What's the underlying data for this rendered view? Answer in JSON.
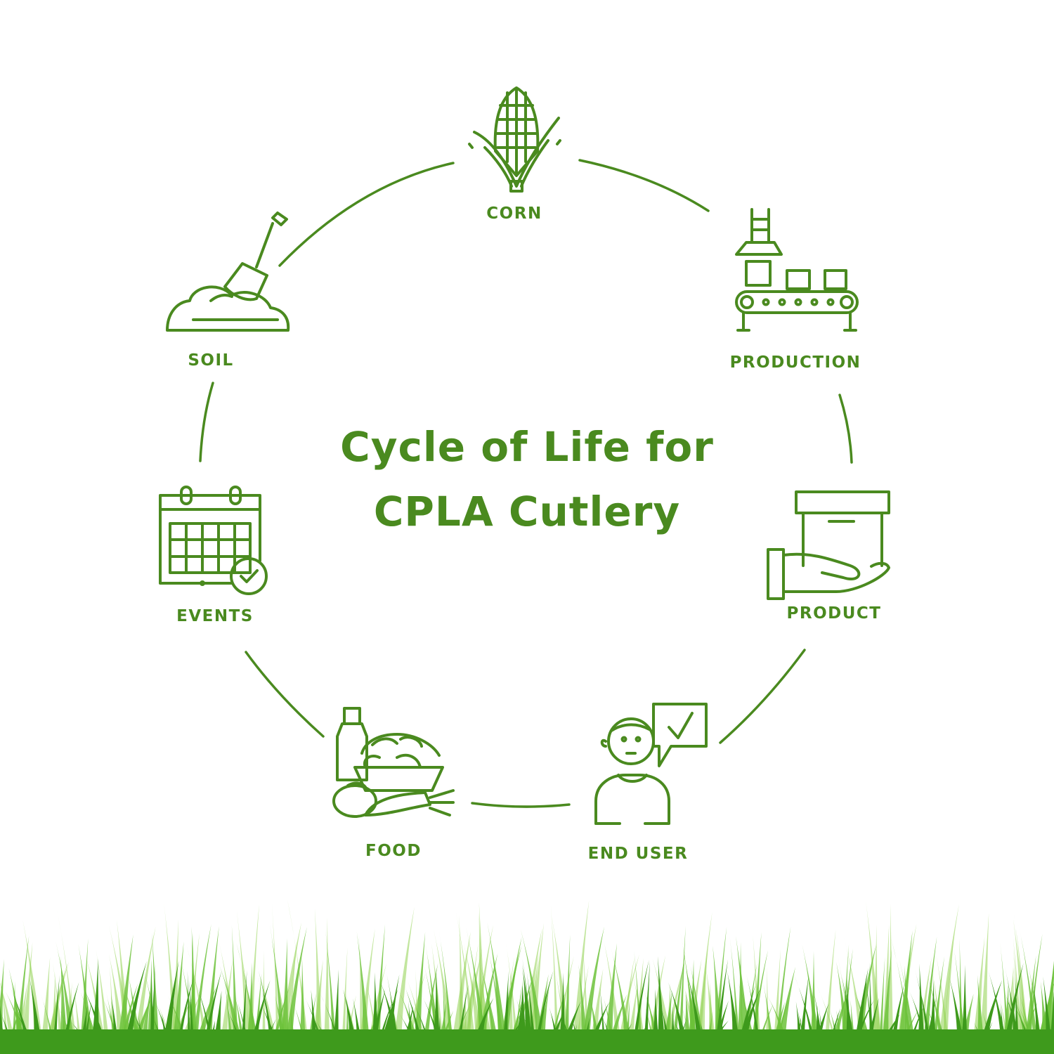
{
  "colors": {
    "primary": "#4a8a1f",
    "grass_light": "#8fd14f",
    "grass_dark": "#3e9a1c"
  },
  "title": {
    "line1": "Cycle of Life for",
    "line2": "CPLA Cutlery"
  },
  "stages": [
    {
      "label": "CORN",
      "icon": "corn-icon"
    },
    {
      "label": "PRODUCTION",
      "icon": "conveyor-icon"
    },
    {
      "label": "PRODUCT",
      "icon": "box-hand-icon"
    },
    {
      "label": "END USER",
      "icon": "user-check-icon"
    },
    {
      "label": "FOOD",
      "icon": "groceries-icon"
    },
    {
      "label": "EVENTS",
      "icon": "calendar-check-icon"
    },
    {
      "label": "SOIL",
      "icon": "shovel-soil-icon"
    }
  ]
}
